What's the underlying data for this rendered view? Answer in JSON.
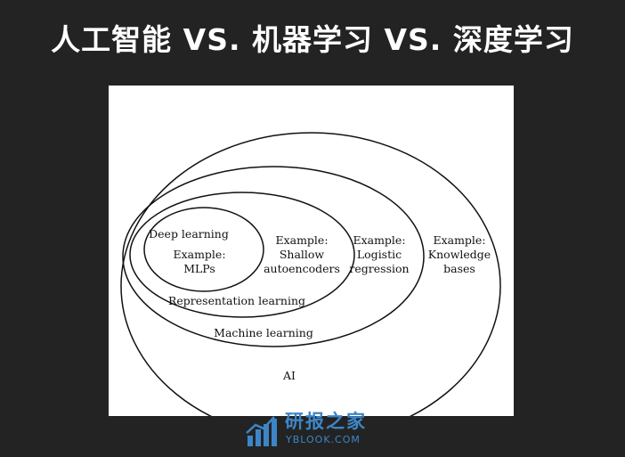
{
  "slide": {
    "title": "人工智能 VS. 机器学习 VS. 深度学习"
  },
  "diagram": {
    "labels": {
      "deep_learning": "Deep learning",
      "deep_example_1": "Example:",
      "deep_example_2": "MLPs",
      "rep_example_1": "Example:",
      "rep_example_2": "Shallow",
      "rep_example_3": "autoencoders",
      "ml_example_1": "Example:",
      "ml_example_2": "Logistic",
      "ml_example_3": "regression",
      "ai_example_1": "Example:",
      "ai_example_2": "Knowledge",
      "ai_example_3": "bases",
      "representation_learning": "Representation learning",
      "machine_learning": "Machine learning",
      "ai": "AI"
    }
  },
  "watermark": {
    "name": "研报之家",
    "domain": "YBLOOK.COM",
    "icon": "bar-chart-icon"
  },
  "colors": {
    "background": "#232323",
    "title_text": "#ffffff",
    "panel": "#ffffff",
    "diagram_stroke": "#111111",
    "watermark": "#3c86c8"
  }
}
